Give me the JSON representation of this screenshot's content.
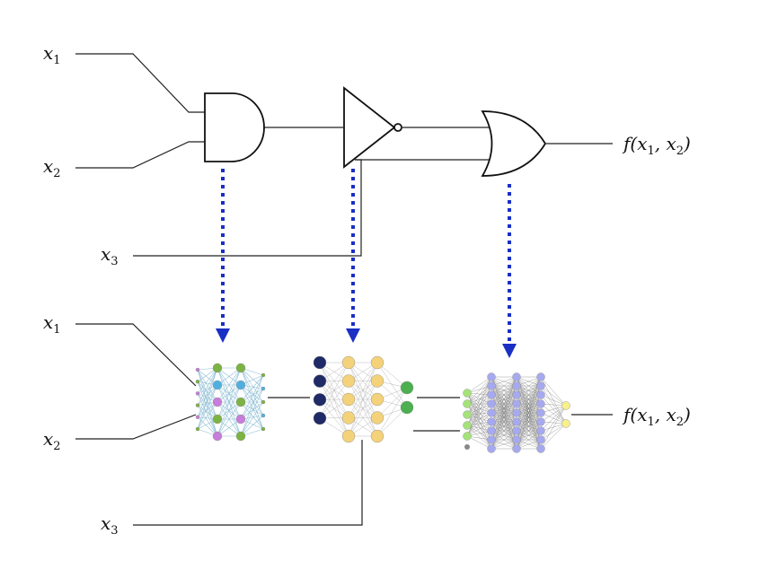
{
  "circuit": {
    "inputs": [
      {
        "base": "x",
        "sub": "1"
      },
      {
        "base": "x",
        "sub": "2"
      },
      {
        "base": "x",
        "sub": "3"
      }
    ],
    "output": {
      "prefix": "f(x",
      "sub1": "1",
      "mid": ", x",
      "sub2": "2",
      "suffix": ")"
    },
    "gates": [
      "and-gate",
      "not-gate",
      "or-gate"
    ]
  },
  "network_circuit": {
    "inputs": [
      {
        "base": "x",
        "sub": "1"
      },
      {
        "base": "x",
        "sub": "2"
      },
      {
        "base": "x",
        "sub": "3"
      }
    ],
    "output": {
      "prefix": "f(x",
      "sub1": "1",
      "mid": ", x",
      "sub2": "2",
      "suffix": ")"
    },
    "networks": [
      "small-network",
      "medium-network",
      "large-network"
    ]
  },
  "colors": {
    "arrow": "#1a2fc4",
    "nn1_green": "#7cb342",
    "nn1_purple": "#c77ddb",
    "nn1_blue": "#4fb0e0",
    "nn2_navy": "#1f2a66",
    "nn2_yellow": "#f3d27a",
    "nn2_green": "#4caf50",
    "nn3_green": "#a5e27a",
    "nn3_lavender": "#a7a9ef",
    "nn3_yellow": "#f8f08a"
  }
}
